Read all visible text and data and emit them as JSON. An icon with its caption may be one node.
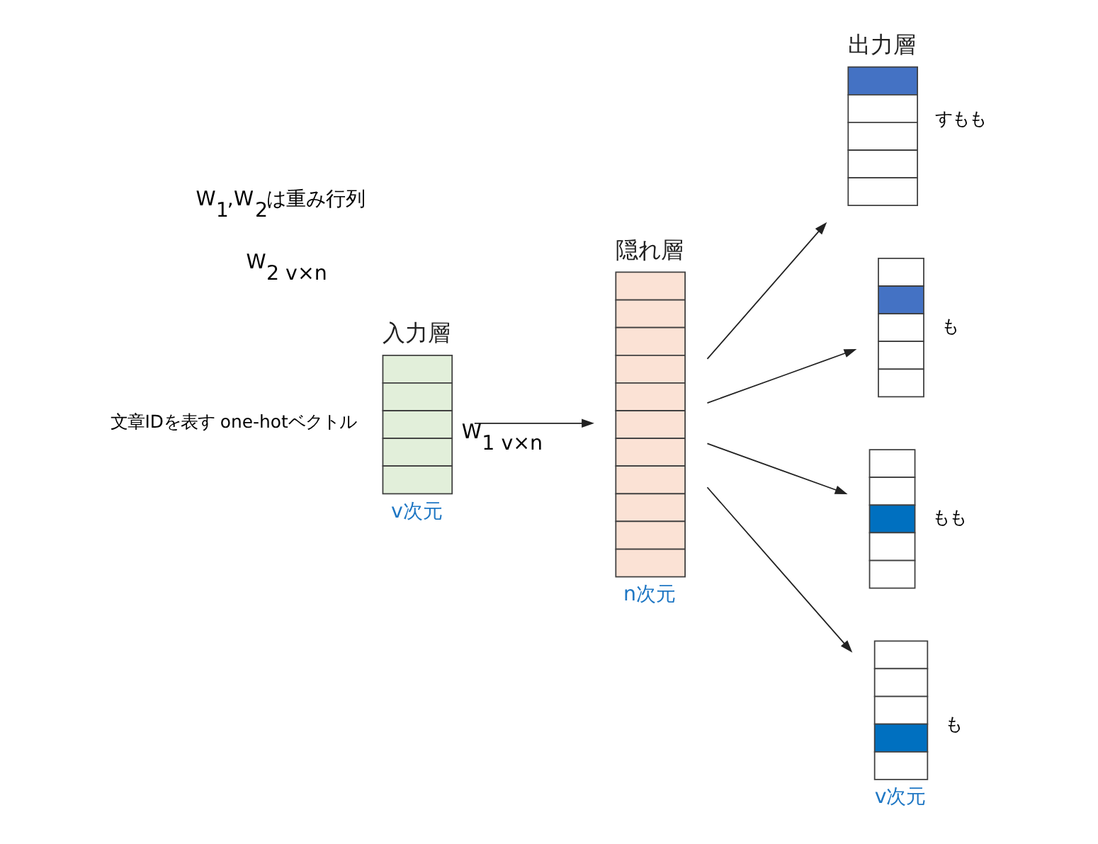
{
  "diagram": {
    "nodes": [
      {
        "text": [
          "入力層",
          "v次元"
        ],
        "beside": [
          "文章IDを表す one-hotベクトル"
        ]
      },
      {
        "text": [
          "隠れ層",
          "n次元"
        ]
      },
      {
        "text": [
          "出力層"
        ],
        "beside": [
          "すもも"
        ]
      },
      {
        "text": [],
        "shape": "box",
        "beside": [
          "も"
        ]
      },
      {
        "text": [],
        "shape": "box",
        "beside": [
          "もも"
        ]
      },
      {
        "text": [
          "v次元"
        ],
        "beside": [
          "も"
        ]
      }
    ],
    "edges": [
      {
        "from": 0,
        "to": 1,
        "arrow": "to",
        "label": "W$_{1 v×n}$"
      },
      {
        "from": 1,
        "to": 2,
        "arrow": "to"
      },
      {
        "from": 1,
        "to": 3,
        "arrow": "to"
      },
      {
        "from": 1,
        "to": 4,
        "arrow": "to"
      },
      {
        "from": 1,
        "to": 5,
        "arrow": "to"
      }
    ],
    "labels": [
      "W$_{2 v×n}$",
      "W$_{1}$,W$_{2}$は重み行列"
    ]
  }
}
